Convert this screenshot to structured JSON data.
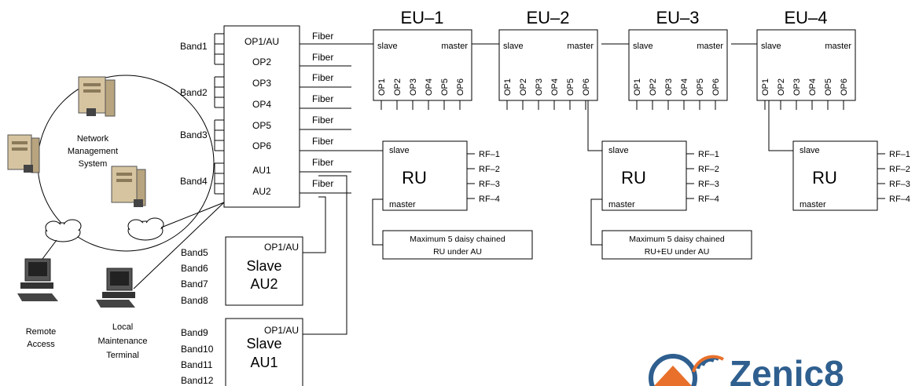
{
  "nms": {
    "line1": "Network",
    "line2": "Management",
    "line3": "System"
  },
  "remote": {
    "line1": "Remote",
    "line2": "Access"
  },
  "lmt": {
    "line1": "Local",
    "line2": "Maintenance",
    "line3": "Terminal"
  },
  "bands": {
    "main": [
      "Band1",
      "Band2",
      "Band3",
      "Band4"
    ],
    "slave2": [
      "Band5",
      "Band6",
      "Band7",
      "Band8"
    ],
    "slave1": [
      "Band9",
      "Band10",
      "Band11",
      "Band12"
    ]
  },
  "au": {
    "ports": [
      "OP1/AU",
      "OP2",
      "OP3",
      "OP4",
      "OP5",
      "OP6",
      "AU1",
      "AU2"
    ]
  },
  "fiber": "Fiber",
  "slave_au2": {
    "port": "OP1/AU",
    "line1": "Slave",
    "line2": "AU2"
  },
  "slave_au1": {
    "port": "OP1/AU",
    "line1": "Slave",
    "line2": "AU1"
  },
  "eu": {
    "titles": [
      "EU–1",
      "EU–2",
      "EU–3",
      "EU–4"
    ],
    "slave": "slave",
    "master": "master",
    "ports": [
      "OP1",
      "OP2",
      "OP3",
      "OP4",
      "OP5",
      "OP6"
    ]
  },
  "ru": {
    "title": "RU",
    "slave": "slave",
    "master": "master",
    "rf": [
      "RF–1",
      "RF–2",
      "RF–3",
      "RF–4"
    ]
  },
  "notes": {
    "n1_line1": "Maximum 5 daisy chained",
    "n1_line2": "RU under AU",
    "n2_line1": "Maximum 5 daisy chained",
    "n2_line2": "RU+EU under AU"
  },
  "logo": {
    "text": "Zenic8"
  },
  "colors": {
    "logo_blue": "#2f5f8f",
    "logo_orange": "#e8702a",
    "server_tan": "#d6c4a0"
  }
}
